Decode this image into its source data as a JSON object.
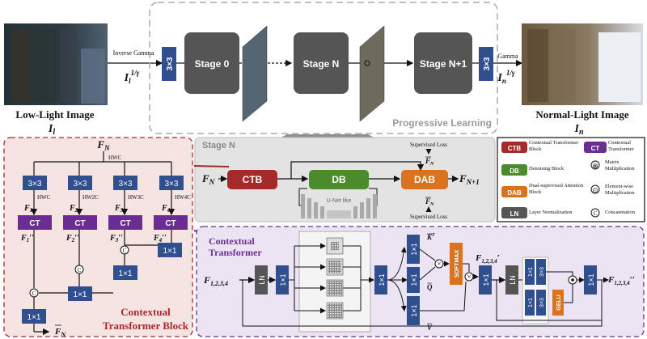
{
  "top": {
    "low_title": "Low-Light Image",
    "low_symbol": "I",
    "low_sub": "l",
    "normal_title": "Normal-Light Image",
    "normal_symbol": "I",
    "normal_sub": "n",
    "inverse_gamma": "Inverse Gamma",
    "gamma": "Gamma",
    "conv_label": "3×3",
    "stages": [
      "Stage 0",
      "Stage N",
      "Stage N+1"
    ],
    "progressive": "Progressive Learning"
  },
  "ctb": {
    "block_title_line1": "Contextual",
    "block_title_line2": "Transformer Block",
    "fn": "F",
    "fn_sub": "N",
    "hwc": "HWC",
    "conv_labels": [
      "3×3",
      "3×3",
      "3×3",
      "3×3"
    ],
    "dims": [
      "HWC",
      "HW2C",
      "HW3C",
      "HW4C"
    ],
    "f_labels": [
      "F",
      "F",
      "F",
      "F"
    ],
    "f_subs": [
      "1",
      "2",
      "3",
      "4"
    ],
    "ct_label": "CT",
    "conv1": "1×1",
    "concat": "C",
    "fbar": "F",
    "fbar_sub": "N"
  },
  "stage_n": {
    "title": "Stage N",
    "supervised_top": "Supervised Loss",
    "supervised_bottom": "Supervised Loss",
    "ctb": "CTB",
    "db": "DB",
    "dab": "DAB",
    "unet": "U-Net like",
    "fn_in": "F",
    "fn_sub": "N",
    "fout": "F",
    "fout_sub": "N+1",
    "fbar_top": "F",
    "fbar_bottom": "F",
    "fbar_sub": "N"
  },
  "legend": [
    {
      "key": "CTB",
      "label": "Contextual Transformer Block",
      "color": "#a52a2a"
    },
    {
      "key": "CT",
      "label": "Contextual Transformer",
      "color": "#6a2d91"
    },
    {
      "key": "DB",
      "label": "Denoising Block",
      "color": "#4b8b2d"
    },
    {
      "key": "⊗",
      "label": "Matrix Multiplication",
      "color": "#000000"
    },
    {
      "key": "DAB",
      "label": "Dual-supervised Attention Block",
      "color": "#d9731d"
    },
    {
      "key": "⊙",
      "label": "Element-wise Multiplication",
      "color": "#000000"
    },
    {
      "key": "LN",
      "label": "Layer Normalization",
      "color": "#555555"
    },
    {
      "key": "C",
      "label": "Concatenation",
      "color": "#000000"
    }
  ],
  "ct_detail": {
    "title_line1": "Contextual",
    "title_line2": "Transformer",
    "fin": "F",
    "fin_sub": "1,2,3,4",
    "ln": "LN",
    "conv1": "1×1",
    "conv3": "3×3",
    "k": "K",
    "q": "Q",
    "v": "V",
    "softmax": "SOFTMAX",
    "fmid": "F",
    "fmid_sub": "1,2,3,4",
    "gelu": "GELU",
    "fout": "F",
    "fout_sub": "1,2,3,4"
  },
  "colors": {
    "blue": "#2f4f8f",
    "purple": "#6a2d91",
    "red": "#a52a2a",
    "green": "#4b8b2d",
    "orange": "#d9731d",
    "gray_block": "#505050",
    "ctb_bg": "#f6e4e2",
    "ct_bg": "#ede4f3"
  }
}
